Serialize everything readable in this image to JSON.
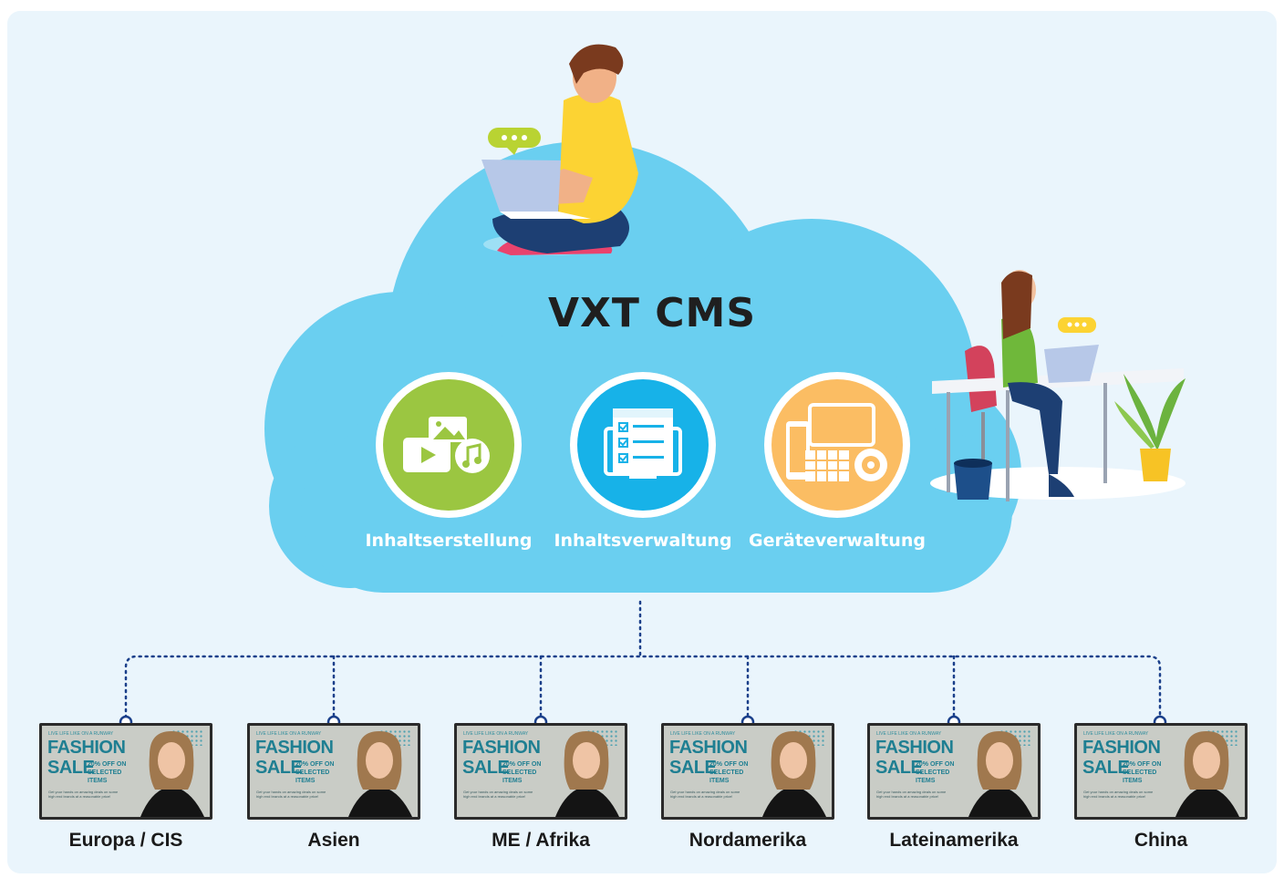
{
  "cloud": {
    "title": "VXT CMS"
  },
  "features": [
    {
      "label": "Inhaltserstellung",
      "icon": "media-content-icon",
      "color": "#9bc641"
    },
    {
      "label": "Inhaltsverwaltung",
      "icon": "checklist-monitor-icon",
      "color": "#17b2e8"
    },
    {
      "label": "Geräteverwaltung",
      "icon": "devices-settings-icon",
      "color": "#fbbd63"
    }
  ],
  "screen_ad": {
    "tagline": "LIVE LIFE LIKE ON A RUNWAY",
    "headline_1": "FASHION",
    "headline_2": "SALE",
    "offer": "20% OFF ON SELECTED ITEMS",
    "fine_print": "Get your hands on amazing deals on some high end brands at a reasonable price!"
  },
  "regions": [
    {
      "label": "Europa / CIS"
    },
    {
      "label": "Asien"
    },
    {
      "label": "ME / Afrika"
    },
    {
      "label": "Nordamerika"
    },
    {
      "label": "Lateinamerika"
    },
    {
      "label": "China"
    }
  ],
  "colors": {
    "background": "#eaf5fc",
    "cloud": "#6acff0",
    "connector": "#1a3f8a"
  }
}
